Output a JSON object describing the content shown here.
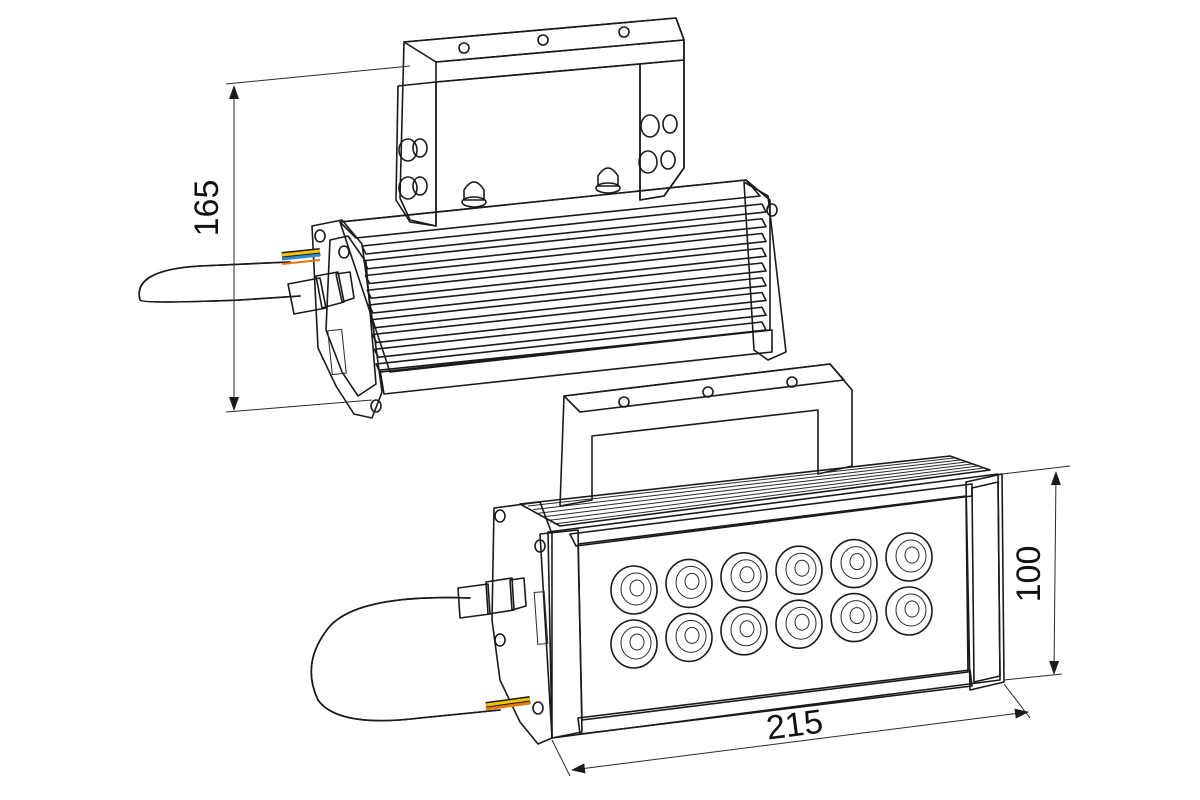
{
  "dimensions": {
    "height": "165",
    "front_height": "100",
    "width": "215"
  },
  "colors": {
    "metal": "#e4e4e4",
    "metal_light": "#f2f2f2",
    "metal_dark": "#c9c9c9",
    "lens_panel": "#8f8f8f",
    "cable": "#f0f0f0",
    "wire_yellow": "#f2c400",
    "wire_blue": "#2f86d6",
    "wire_orange": "#e07a10",
    "outline": "#1a1a1a"
  },
  "lenses": {
    "rows": 2,
    "columns": 6
  }
}
